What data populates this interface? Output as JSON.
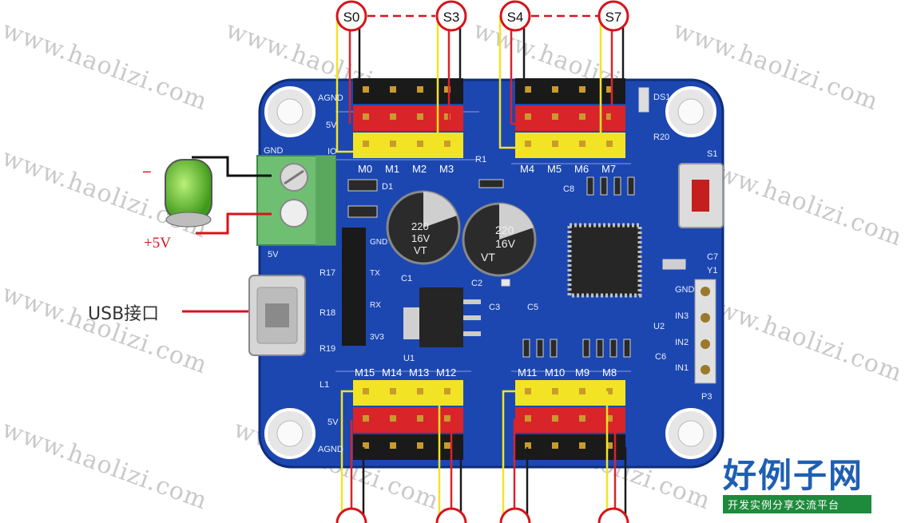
{
  "channels_top": {
    "s0": "S0",
    "s3": "S3",
    "s4": "S4",
    "s7": "S7"
  },
  "header_labels": {
    "top_left": [
      "M0",
      "M1",
      "M2",
      "M3"
    ],
    "top_right": [
      "M4",
      "M5",
      "M6",
      "M7"
    ],
    "bottom_left": [
      "M15",
      "M14",
      "M13",
      "M12"
    ],
    "bottom_right": [
      "M11",
      "M10",
      "M9",
      "M8"
    ]
  },
  "row_labels": {
    "gnd": "AGND",
    "v5": "5V",
    "io": "IO",
    "gnd_left": "GND",
    "v5_left": "5V"
  },
  "components": {
    "cap1_top": "220",
    "cap1_mid": "16V",
    "cap1_bot": "VT",
    "cap2_top": "220",
    "cap2_mid": "16V",
    "cap2_bot": "VT",
    "c1": "C1",
    "c2": "C2",
    "c3": "C3",
    "c5": "C5",
    "c6": "C6",
    "c7": "C7",
    "c8": "C8",
    "d1": "D1",
    "r1": "R1",
    "u1": "U1",
    "u2": "U2",
    "s1": "S1",
    "y1": "Y1",
    "p3": "P3",
    "ds1": "DS1",
    "r17": "R17",
    "r18": "R18",
    "r19": "R19",
    "r20": "R20",
    "l1": "L1",
    "uart": [
      "GND",
      "TX",
      "RX",
      "3V3"
    ],
    "p3_pins": [
      "GND",
      "IN3",
      "IN2",
      "IN1"
    ]
  },
  "annotations": {
    "minus": "−",
    "plus": "+5V",
    "usb": "USB接口"
  },
  "watermark": "www.haolizi.com",
  "logo": {
    "main": "好例子网",
    "sub": "开发实例分享交流平台"
  },
  "colors": {
    "board": "#1c47b0",
    "pin_yellow": "#f2e425",
    "pin_red": "#d9242a",
    "pin_black": "#1a1a1a",
    "terminal": "#6fbf73",
    "circle_red": "#d6141b"
  }
}
